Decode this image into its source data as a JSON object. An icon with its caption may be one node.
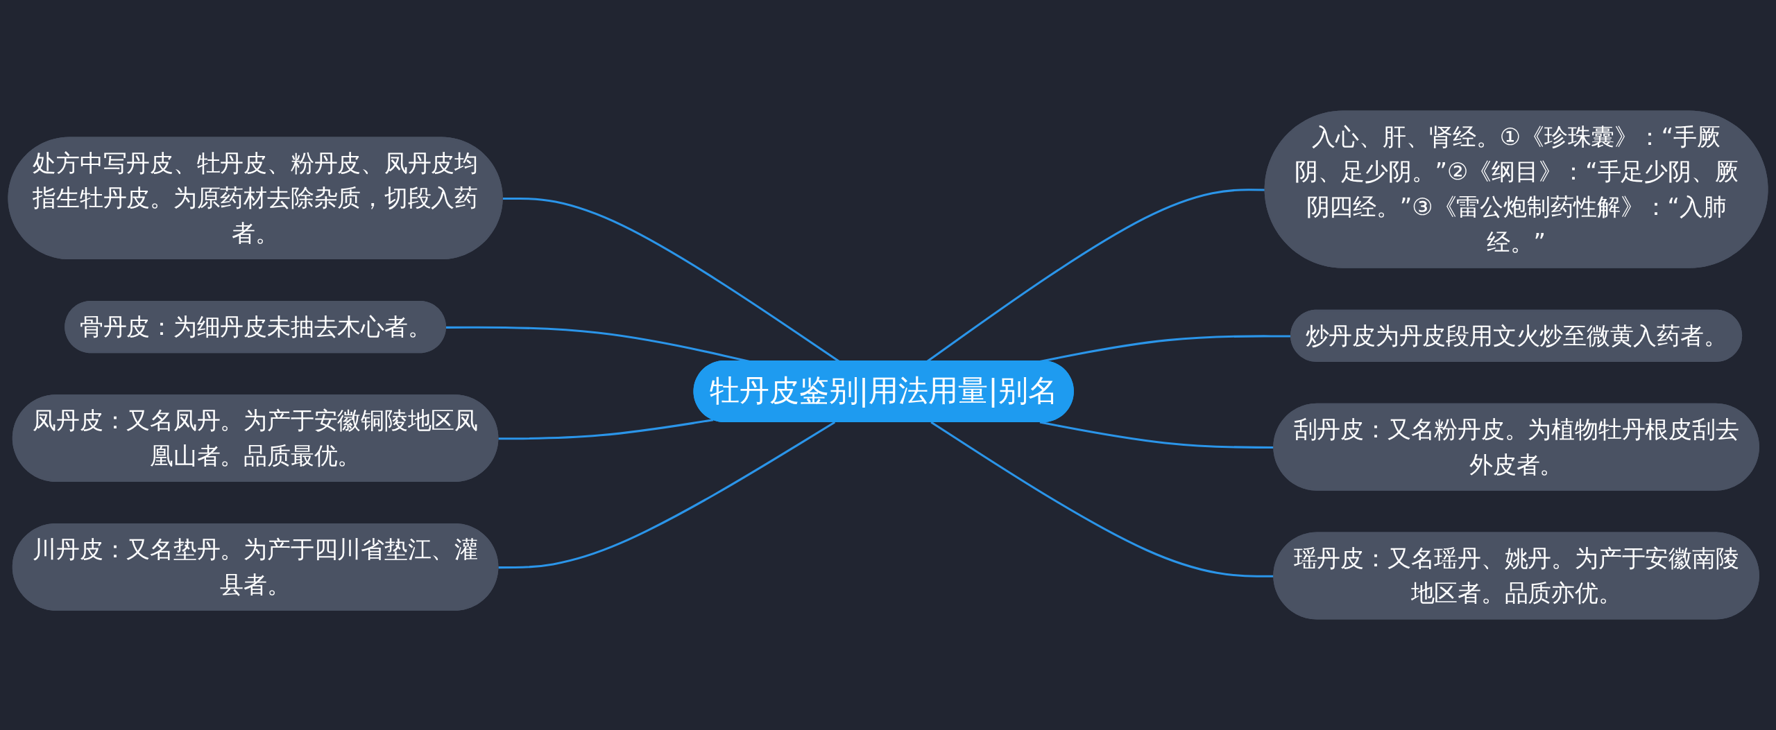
{
  "diagram": {
    "nodes": [
      {
        "text": [
          "牡丹皮鉴别|用法用量|别名"
        ]
      },
      {
        "text": [
          "处方中写丹皮、牡丹皮、粉丹皮、凤丹皮均指生牡丹皮。为原药材去除杂质，切段入药者。"
        ]
      },
      {
        "text": [
          "骨丹皮：为细丹皮未抽去木心者。"
        ]
      },
      {
        "text": [
          "凤丹皮：又名凤丹。为产于安徽铜陵地区凤凰山者。品质最优。"
        ]
      },
      {
        "text": [
          "川丹皮：又名垫丹。为产于四川省垫江、灌县者。"
        ]
      },
      {
        "text": [
          "入心、肝、肾经。①《珍珠囊》：“手厥阴、足少阴。”②《纲目》：“手足少阴、厥阴四经。”③《雷公炮制药性解》：“入肺经。”"
        ]
      },
      {
        "text": [
          "炒丹皮为丹皮段用文火炒至微黄入药者。"
        ]
      },
      {
        "text": [
          "刮丹皮：又名粉丹皮。为植物牡丹根皮刮去外皮者。"
        ]
      },
      {
        "text": [
          "瑶丹皮：又名瑶丹、姚丹。为产于安徽南陵地区者。品质亦优。"
        ]
      }
    ],
    "edges": [
      {
        "from": 0,
        "to": 1,
        "arrow": "none"
      },
      {
        "from": 0,
        "to": 2,
        "arrow": "none"
      },
      {
        "from": 0,
        "to": 3,
        "arrow": "none"
      },
      {
        "from": 0,
        "to": 4,
        "arrow": "none"
      },
      {
        "from": 0,
        "to": 5,
        "arrow": "none"
      },
      {
        "from": 0,
        "to": 6,
        "arrow": "none"
      },
      {
        "from": 0,
        "to": 7,
        "arrow": "none"
      },
      {
        "from": 0,
        "to": 8,
        "arrow": "none"
      }
    ]
  }
}
